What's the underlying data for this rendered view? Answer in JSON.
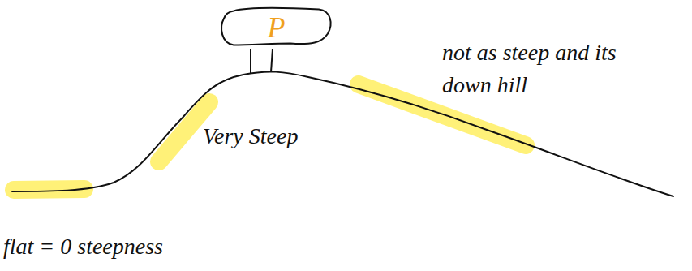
{
  "diagram": {
    "nodes": [
      {
        "text": [
          "P"
        ]
      }
    ],
    "labels": [
      "Very Steep",
      "not as steep and its down hill",
      "flat = 0 steepness"
    ]
  }
}
